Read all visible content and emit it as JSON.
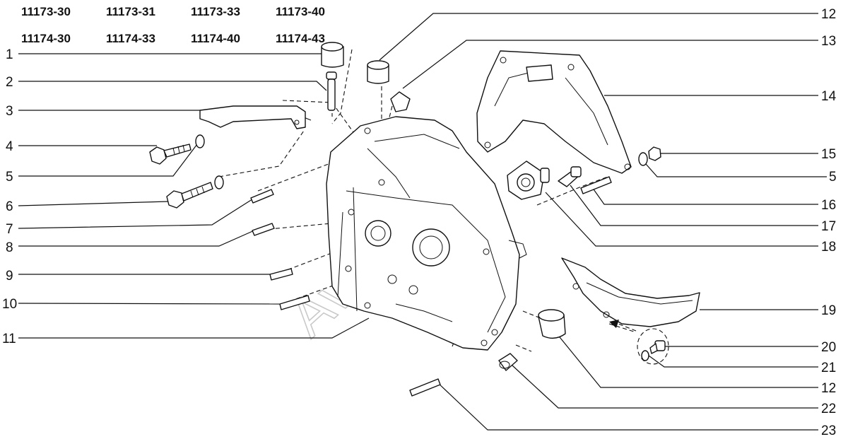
{
  "models_row1": [
    "11173-30",
    "11173-31",
    "11173-33",
    "11173-40"
  ],
  "models_row2": [
    "11174-30",
    "11174-33",
    "11174-40",
    "11174-43"
  ],
  "callouts_left": [
    "1",
    "2",
    "3",
    "4",
    "5",
    "6",
    "7",
    "8",
    "9",
    "10",
    "11"
  ],
  "callouts_right": [
    "12",
    "13",
    "14",
    "15",
    "5",
    "16",
    "17",
    "18",
    "19",
    "20",
    "21",
    "12",
    "22",
    "23"
  ],
  "watermark": "AvtoSoft"
}
